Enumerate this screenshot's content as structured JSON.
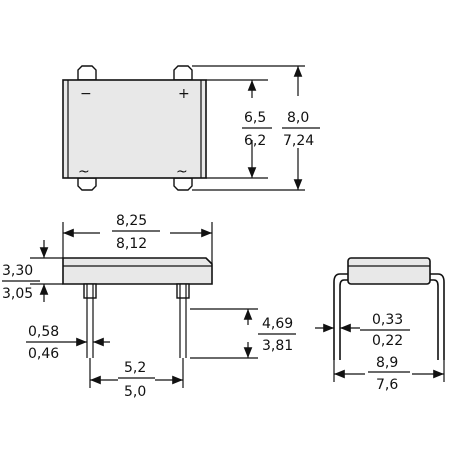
{
  "top_view": {
    "minus_mark": "−",
    "plus_mark": "+",
    "ac_mark": "~",
    "inner_height_max": "6,5",
    "inner_height_min": "6,2",
    "outer_height_max": "8,0",
    "outer_height_min": "7,24"
  },
  "side_view": {
    "length_max": "8,25",
    "length_min": "8,12",
    "height_max": "3,30",
    "height_min": "3,05",
    "lead_width_max": "0,58",
    "lead_width_min": "0,46",
    "lead_length_max": "4,69",
    "lead_length_min": "3,81",
    "pitch_max": "5,2",
    "pitch_min": "5,0"
  },
  "end_view": {
    "lead_thickness_max": "0,33",
    "lead_thickness_min": "0,22",
    "width_max": "8,9",
    "width_min": "7,6"
  }
}
